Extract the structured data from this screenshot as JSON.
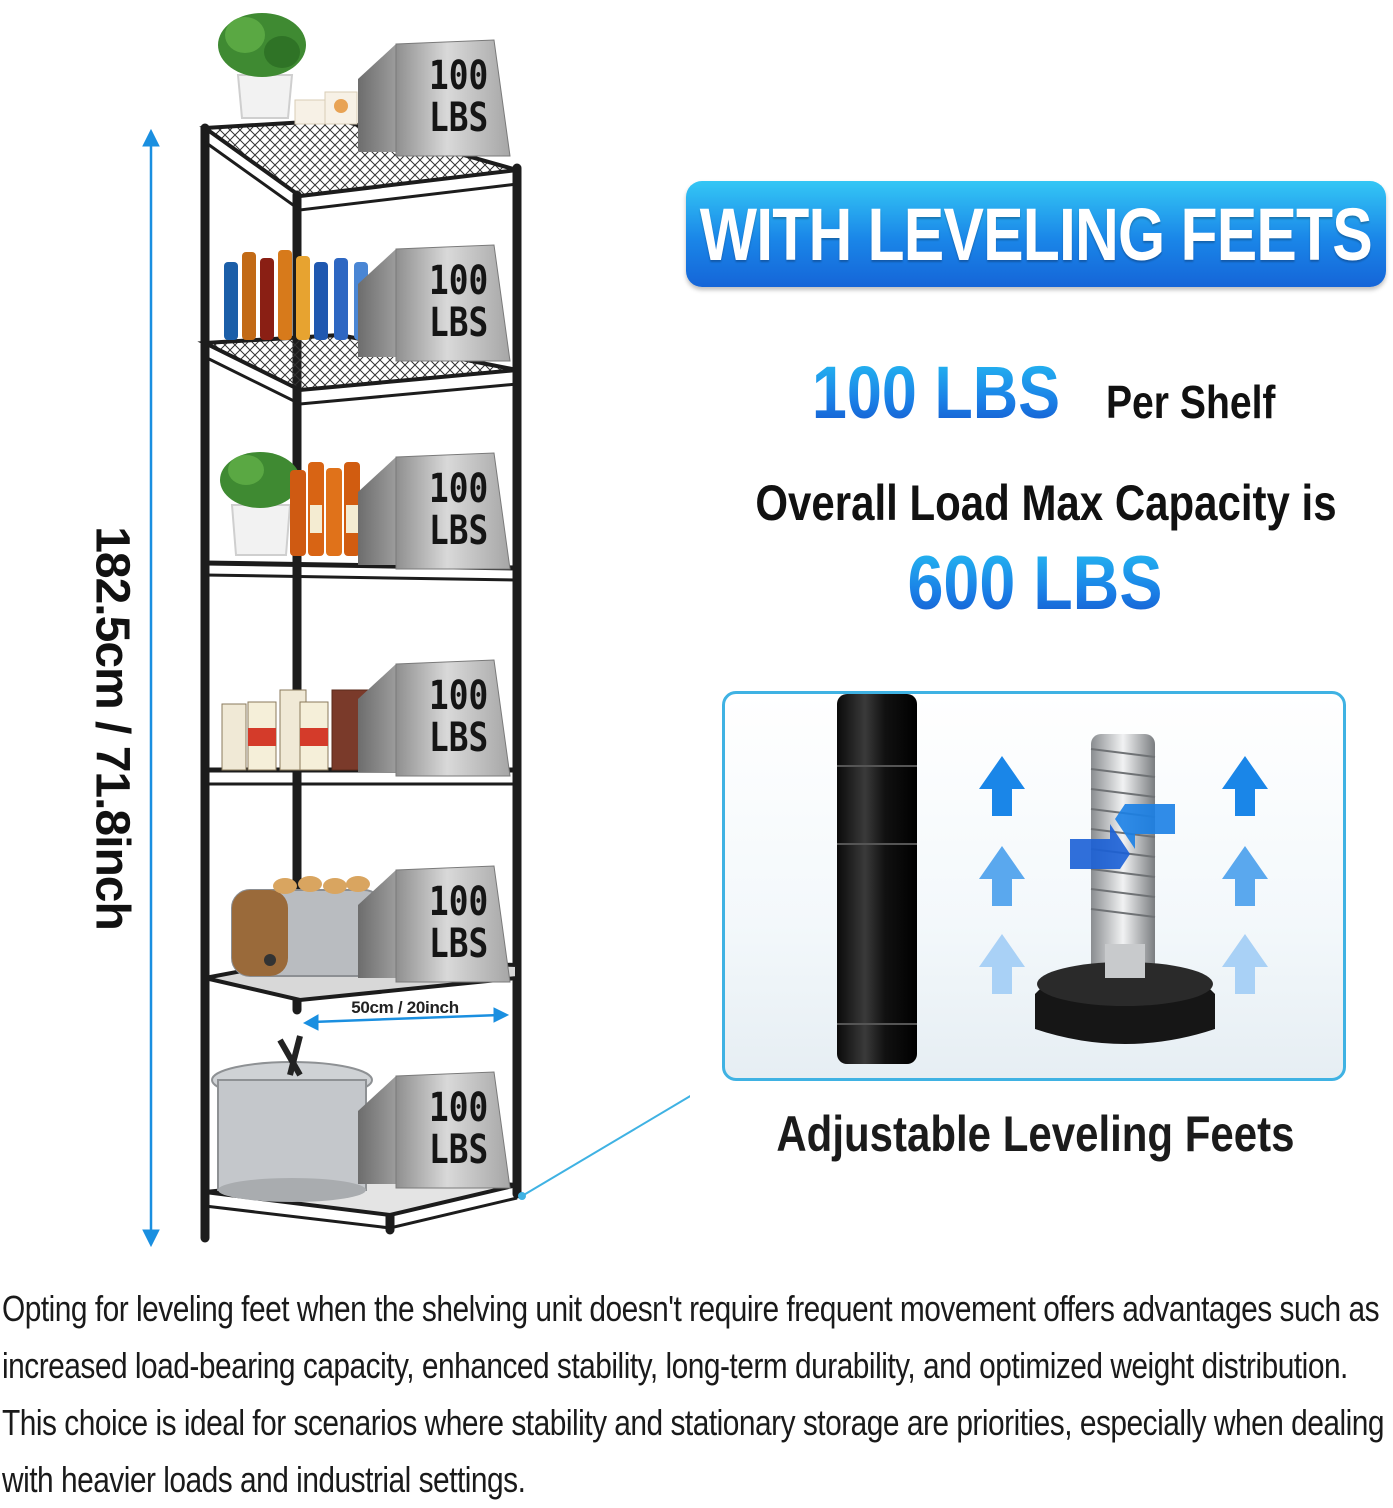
{
  "dimensions": {
    "height": "182.5cm / 71.8inch",
    "width": "50cm / 20inch"
  },
  "shelf_load": {
    "weight": "100",
    "unit": "LBS",
    "shelf_count": 6
  },
  "banner": {
    "title": "WITH LEVELING FEETS"
  },
  "capacity": {
    "per_shelf_value": "100 LBS",
    "per_shelf_unit": "Per Shelf",
    "overall_label": "Overall Load Max Capacity is",
    "overall_value": "600 LBS"
  },
  "feet_panel": {
    "caption": "Adjustable Leveling Feets"
  },
  "description": {
    "lines": [
      "Opting for leveling feet when the shelving unit doesn't require frequent movement offers advantages such as",
      "increased load-bearing capacity, enhanced stability, long-term durability, and optimized weight distribution.",
      "This choice is ideal for scenarios where stability and stationary storage are priorities, especially when dealing",
      "with heavier loads and industrial settings."
    ]
  },
  "colors": {
    "accent_blue": "#1a86e8",
    "accent_cyan": "#34c7f5",
    "dimension_line": "#1a8fe0",
    "shelf_frame": "#1c1c1c"
  },
  "icons": [
    "arrow-up-icon",
    "leveling-foot-icon"
  ]
}
